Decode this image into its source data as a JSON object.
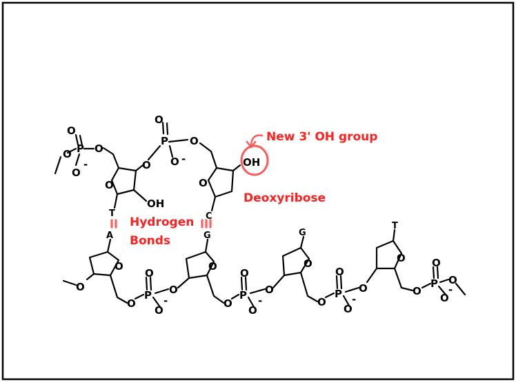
{
  "labels": {
    "new_oh": "New 3' OH group",
    "deoxyribose": "Deoxyribose",
    "hydrogen": "Hydrogen",
    "bonds": "Bonds"
  },
  "atoms": {
    "o": "O",
    "p": "P",
    "oh": "OH",
    "minus": "-",
    "c": "C",
    "g": "G",
    "t": "T",
    "a": "A"
  },
  "colors": {
    "annotation": "#ff2020",
    "hydrogen_bond": "#ff6060",
    "highlight_circle": "#ff5a5a",
    "structure": "#000000",
    "frame": "#000000"
  }
}
